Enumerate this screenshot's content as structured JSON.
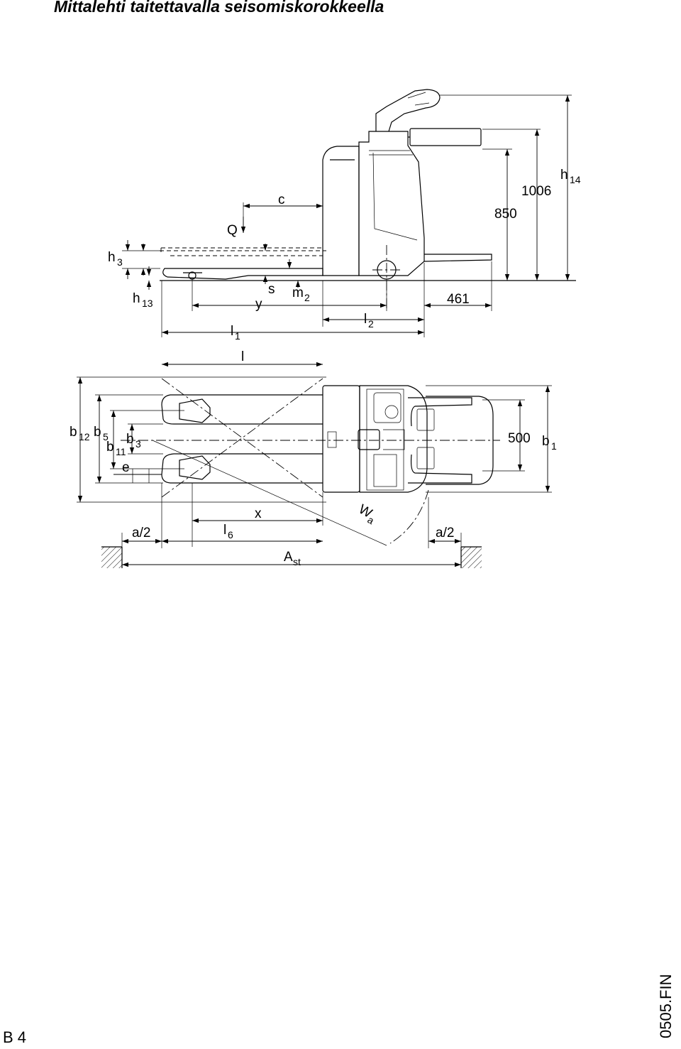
{
  "header": {
    "title": "Mittalehti taitettavalla seisomiskorokkeella"
  },
  "footer": {
    "page": "B 4",
    "code": "0505.FIN"
  },
  "side_view": {
    "labels": {
      "c": "c",
      "Q": "Q",
      "dim_850": "850",
      "dim_1006": "1006",
      "h14": "h",
      "h14_sub": "14",
      "h3": "h",
      "h3_sub": "3",
      "h13": "h",
      "h13_sub": "13",
      "s": "s",
      "y": "y",
      "m2": "m",
      "m2_sub": "2",
      "dim_461": "461",
      "l2": "l",
      "l2_sub": "2",
      "l1": "l",
      "l1_sub": "1",
      "l": "l"
    }
  },
  "top_view": {
    "labels": {
      "b12": "b",
      "b12_sub": "12",
      "b5": "b",
      "b5_sub": "5",
      "b3": "b",
      "b3_sub": "3",
      "b11": "b",
      "b11_sub": "11",
      "e": "e",
      "dim_500": "500",
      "b1": "b",
      "b1_sub": "1",
      "x": "x",
      "Wa": "W",
      "Wa_sub": "a",
      "a2_left": "a/2",
      "a2_right": "a/2",
      "l6": "l",
      "l6_sub": "6",
      "Ast": "A",
      "Ast_sub": "st"
    }
  }
}
